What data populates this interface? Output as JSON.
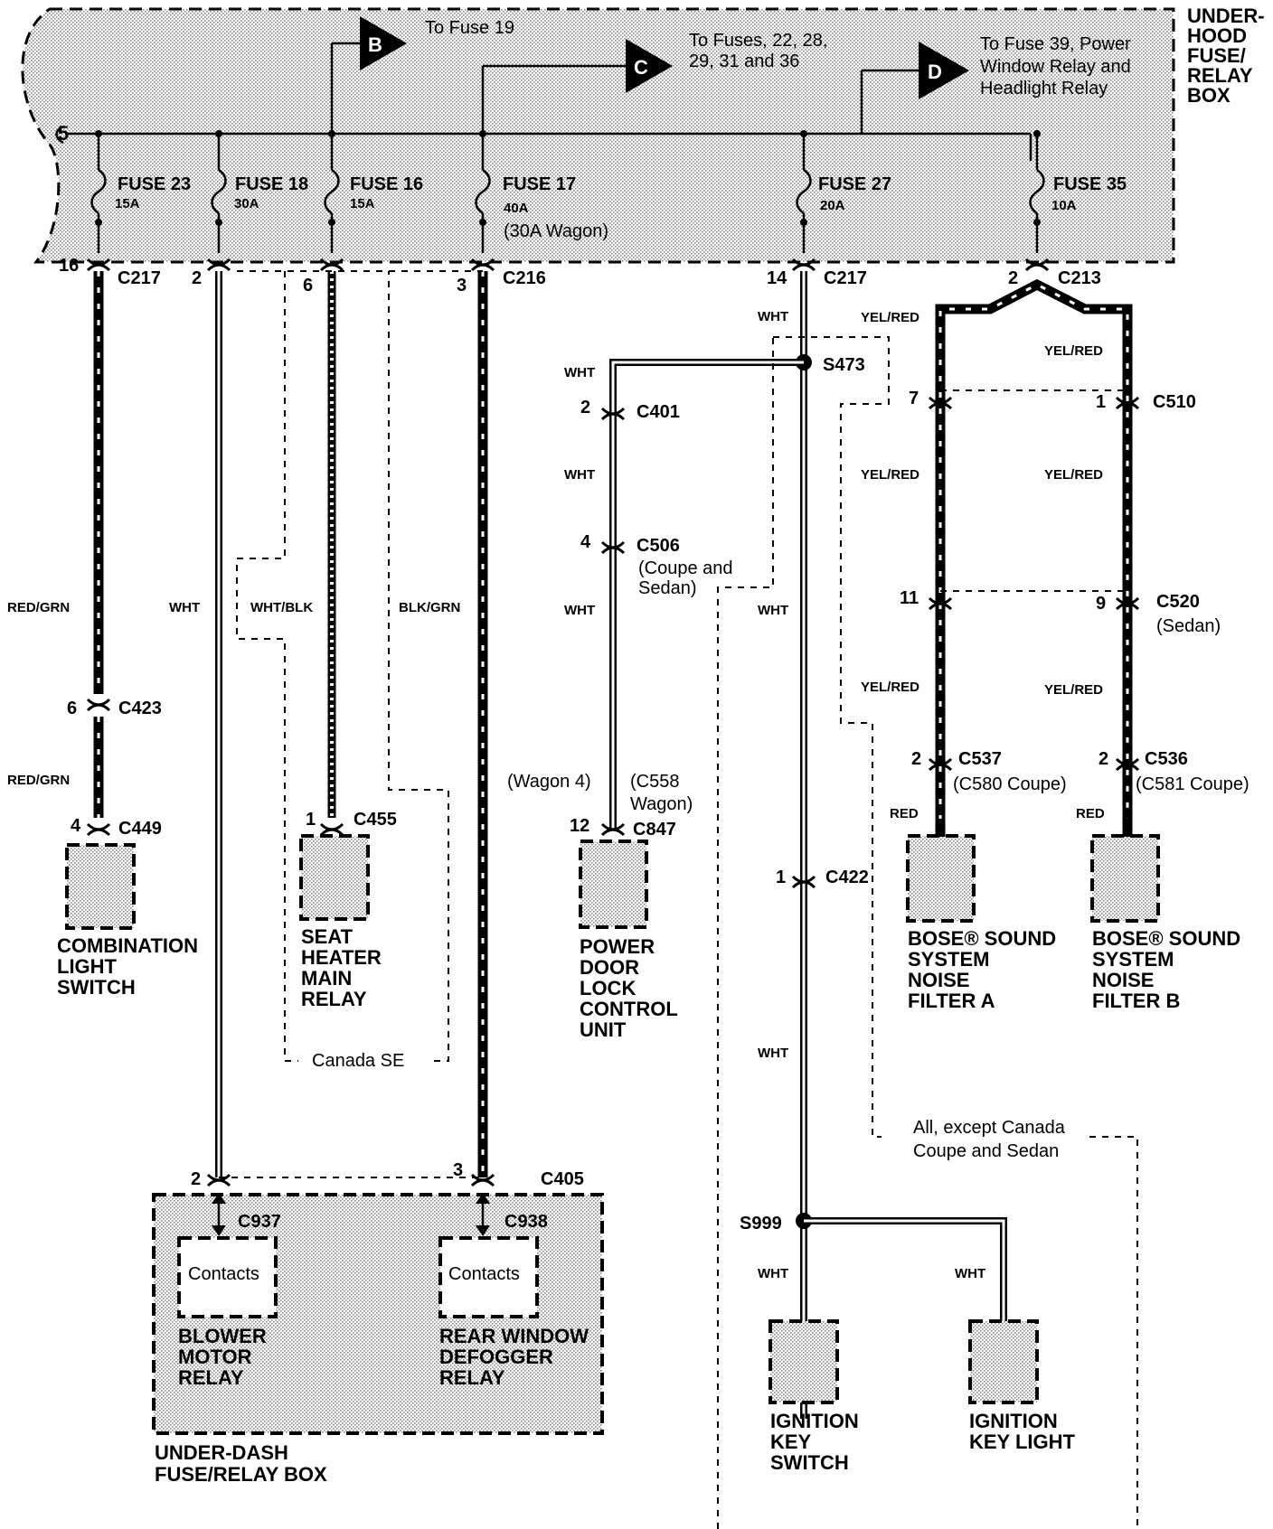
{
  "boxes": {
    "underhood": [
      "UNDER-",
      "HOOD",
      "FUSE/",
      "RELAY",
      "BOX"
    ],
    "underdash": [
      "UNDER-DASH",
      "FUSE/RELAY BOX"
    ]
  },
  "offpage": [
    {
      "letter": "B",
      "text": [
        "To Fuse 19"
      ]
    },
    {
      "letter": "C",
      "text": [
        "To Fuses, 22, 28,",
        "29, 31 and 36"
      ]
    },
    {
      "letter": "D",
      "text": [
        "To Fuse 39, Power",
        "Window Relay and",
        "Headlight Relay"
      ]
    }
  ],
  "bus_label": "5",
  "fuses": [
    {
      "name": "FUSE  23",
      "rating": "15A"
    },
    {
      "name": "FUSE  18",
      "rating": "30A"
    },
    {
      "name": "FUSE  16",
      "rating": "15A"
    },
    {
      "name": "FUSE  17",
      "rating": "40A",
      "note": "(30A Wagon)"
    },
    {
      "name": "FUSE  27",
      "rating": "20A"
    },
    {
      "name": "FUSE  35",
      "rating": "10A"
    }
  ],
  "connectors": {
    "c217a": "C217",
    "c216": "C216",
    "c217b": "C217",
    "c213": "C213",
    "c423": "C423",
    "c449": "C449",
    "c455": "C455",
    "c405": "C405",
    "c937": "C937",
    "c938": "C938",
    "s473": "S473",
    "c401": "C401",
    "c506": "C506",
    "c506_note": [
      "(Coupe and",
      "Sedan)"
    ],
    "c558_note": [
      "(C558",
      "Wagon)"
    ],
    "wagon4": "(Wagon 4)",
    "c847": "C847",
    "c422": "C422",
    "s999": "S999",
    "c510": "C510",
    "c520": "C520",
    "c520_note": "(Sedan)",
    "c537": "C537",
    "c537_note": "(C580  Coupe)",
    "c536": "C536",
    "c536_note": "(C581  Coupe)"
  },
  "pins": {
    "p16": "16",
    "p2a": "2",
    "p6a": "6",
    "p3a": "3",
    "p14": "14",
    "p2b": "2",
    "p6b": "6",
    "p4a": "4",
    "p1a": "1",
    "p2c": "2",
    "p3b": "3",
    "p2d": "2",
    "p4b": "4",
    "p12": "12",
    "p1b": "1",
    "p7": "7",
    "p1c": "1",
    "p11": "11",
    "p9": "9",
    "p2e": "2",
    "p2f": "2"
  },
  "wire_colors": {
    "red_grn_1": "RED/GRN",
    "red_grn_2": "RED/GRN",
    "wht_1": "WHT",
    "wht_blk": "WHT/BLK",
    "blk_grn": "BLK/GRN",
    "wht_2": "WHT",
    "wht_3": "WHT",
    "wht_4": "WHT",
    "wht_5": "WHT",
    "wht_6": "WHT",
    "wht_7": "WHT",
    "wht_8": "WHT",
    "wht_9": "WHT",
    "yel_red_1": "YEL/RED",
    "yel_red_2": "YEL/RED",
    "yel_red_3": "YEL/RED",
    "yel_red_4": "YEL/RED",
    "yel_red_5": "YEL/RED",
    "yel_red_6": "YEL/RED",
    "red_1": "RED",
    "red_2": "RED"
  },
  "components": {
    "combo": [
      "COMBINATION",
      "LIGHT",
      "SWITCH"
    ],
    "seat": [
      "SEAT",
      "HEATER",
      "MAIN",
      "RELAY"
    ],
    "door": [
      "POWER",
      "DOOR",
      "LOCK",
      "CONTROL",
      "UNIT"
    ],
    "bose_a": [
      "BOSE® SOUND",
      "SYSTEM",
      "NOISE",
      "FILTER A"
    ],
    "bose_b": [
      "BOSE® SOUND",
      "SYSTEM",
      "NOISE",
      "FILTER B"
    ],
    "blower": [
      "BLOWER",
      "MOTOR",
      "RELAY"
    ],
    "rear": [
      "REAR WINDOW",
      "DEFOGGER",
      "RELAY"
    ],
    "ign_sw": [
      "IGNITION",
      "KEY",
      "SWITCH"
    ],
    "ign_lt": [
      "IGNITION",
      "KEY LIGHT"
    ],
    "contacts_1": "Contacts",
    "contacts_2": "Contacts"
  },
  "notes": {
    "canada_se": "Canada SE",
    "all_except": [
      "All, except Canada",
      "Coupe and Sedan"
    ]
  }
}
